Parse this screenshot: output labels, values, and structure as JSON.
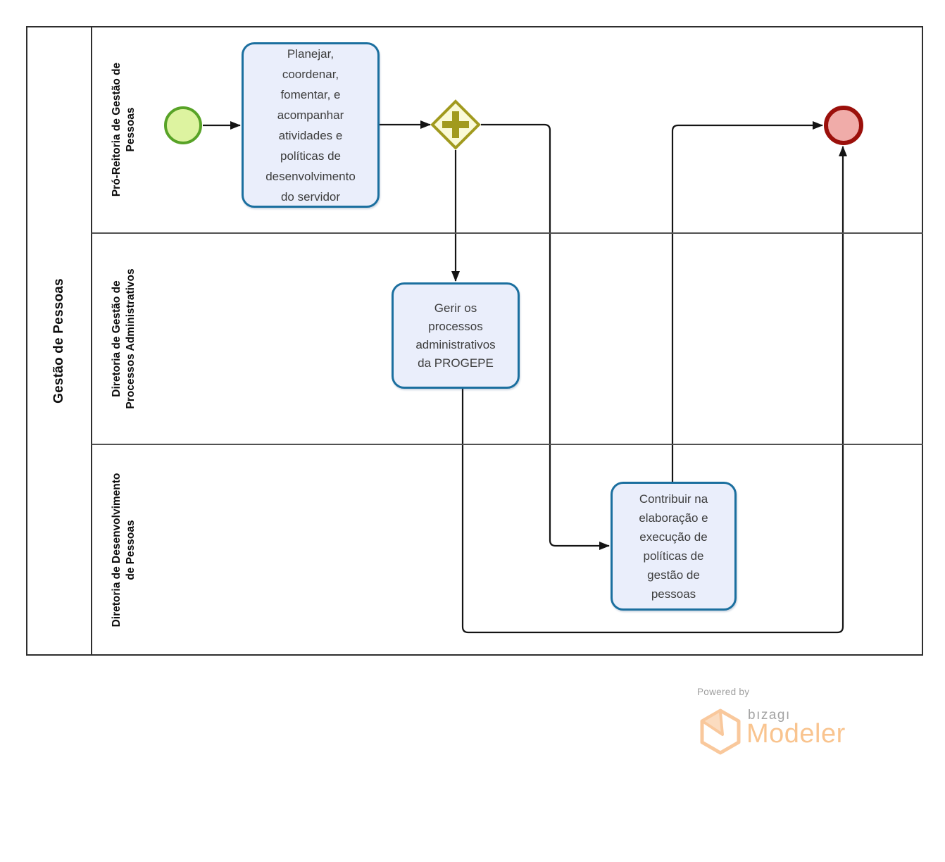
{
  "pool": {
    "label": "Gestão de Pessoas"
  },
  "lanes": [
    {
      "label": [
        "Pró-Reitoria de Gestão de",
        "Pessoas"
      ]
    },
    {
      "label": [
        "Diretoria de Gestão de",
        "Processos Administrativos"
      ]
    },
    {
      "label": [
        "Diretoria de Desenvolvimento",
        "de Pessoas"
      ]
    }
  ],
  "nodes": {
    "start_event": {
      "type": "start-event",
      "fill": "#ddf3a0",
      "stroke": "#58a327"
    },
    "task1": {
      "type": "task",
      "label": [
        "Planejar,",
        "coordenar,",
        "fomentar, e",
        "acompanhar",
        "atividades e",
        "políticas de",
        "desenvolvimento",
        "do servidor"
      ]
    },
    "gateway": {
      "type": "parallel-gateway",
      "fill": "#fafad7",
      "stroke": "#a19a1e"
    },
    "task2": {
      "type": "task",
      "label": [
        "Gerir os",
        "processos",
        "administrativos",
        "da PROGEPE"
      ]
    },
    "task3": {
      "type": "task",
      "label": [
        "Contribuir na",
        "elaboração e",
        "execução de",
        "políticas de",
        "gestão de",
        "pessoas"
      ]
    },
    "end_event": {
      "type": "end-event",
      "fill": "#f0aca9",
      "stroke": "#9b100b"
    }
  },
  "flows": [
    {
      "from": "start_event",
      "to": "task1"
    },
    {
      "from": "task1",
      "to": "gateway"
    },
    {
      "from": "gateway",
      "to": "task2"
    },
    {
      "from": "gateway",
      "to": "task3"
    },
    {
      "from": "task2",
      "to": "end_event"
    },
    {
      "from": "task3",
      "to": "end_event"
    }
  ],
  "colors": {
    "task_fill": "#eaeefb",
    "task_stroke": "#1b6f9f",
    "connector": "#141414",
    "pool_border": "#2e2e2e",
    "brand_orange": "#f9c48f",
    "brand_gray": "#a3a3a3"
  },
  "branding": {
    "powered_by": "Powered by",
    "brand": "bızagı",
    "product": "Modeler"
  }
}
